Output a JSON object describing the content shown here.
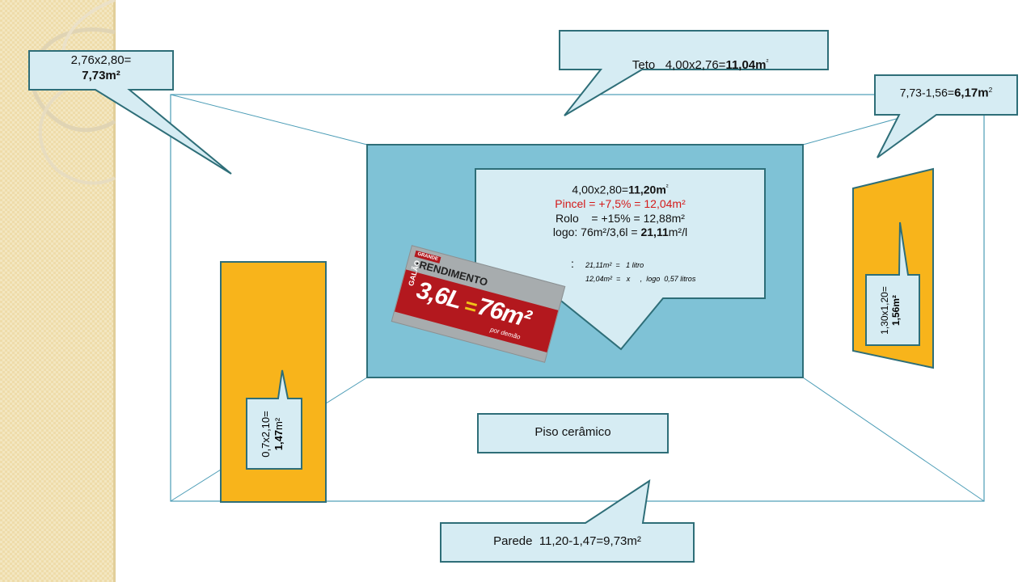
{
  "colors": {
    "callout_fill": "#d6ecf3",
    "callout_stroke": "#2e6e78",
    "back_wall": "#7fc2d6",
    "yellow": "#f8b41b",
    "room_lines": "#4b9cb6",
    "sidebar": "#f3e6c0"
  },
  "callouts": {
    "left_wall": {
      "line1": "2,76x2,80=",
      "line2": "7,73m²"
    },
    "ceiling": {
      "prefix": "Teto   4,00x2,76=",
      "value": "11,04m",
      "unit": "²"
    },
    "right_wall": {
      "prefix": "7,73-1,56=",
      "value": "6,17m",
      "unit": "2"
    },
    "back_wall": {
      "line1_prefix": "4,00x2,80=",
      "line1_value": "11,20m",
      "line1_unit": "²",
      "line2": "Pincel = +7,5% = 12,04m²",
      "line3": "Rolo    = +15% = 12,88m²",
      "line4_prefix": "logo: 76m²/3,6l = ",
      "line4_value": "21,11",
      "line4_suffix": "m²/l",
      "line5_colon": ":",
      "line5": "21,11m²  =   1 litro",
      "line6": "12,04m²  =   x     ,  logo  0,57 litros"
    },
    "window": {
      "line1": "1,30x1,20=",
      "line2": "1,56m²"
    },
    "door": {
      "line1": "0,7x2,10=",
      "line2": "1,47",
      "line2_unit": "m²"
    },
    "floor": {
      "label": "Piso cerâmico"
    },
    "wall_front": {
      "label": "Parede  11,20-1,47=9,73m²"
    }
  },
  "product_label": {
    "brand": "RENDIMENTO",
    "galao": "GALÃO",
    "volume": "3,6L",
    "equals": "=",
    "area": "76m²",
    "note": "por demão",
    "tag": "GRANDE"
  }
}
